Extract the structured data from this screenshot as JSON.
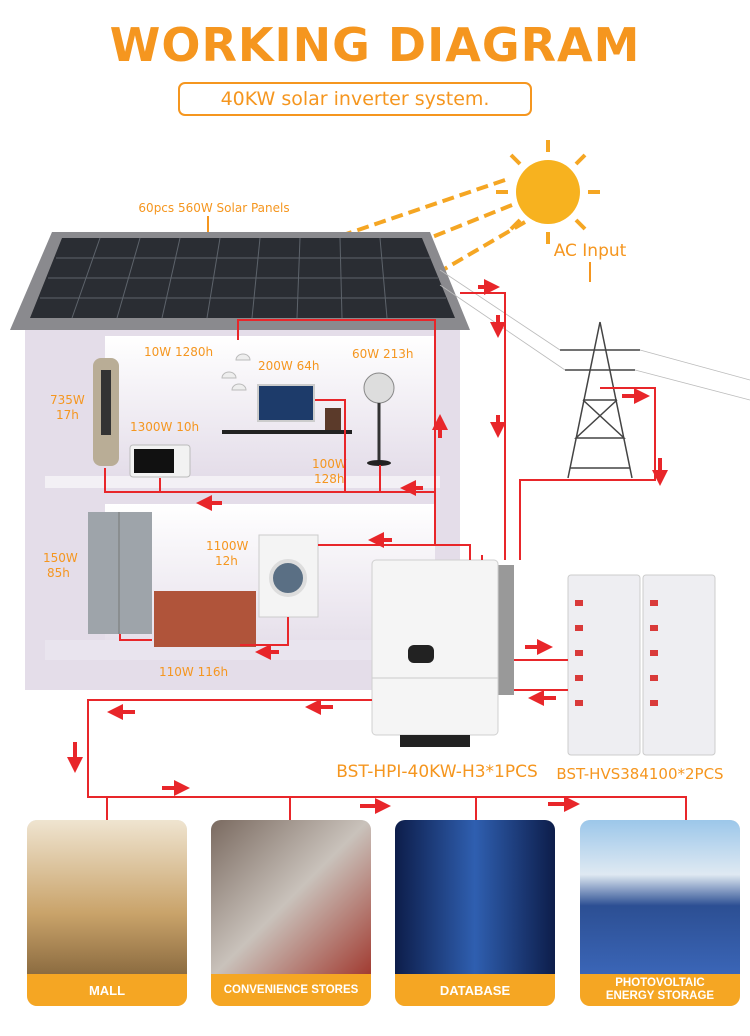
{
  "header": {
    "title": "WORKING DIAGRAM",
    "subtitle": "40KW solar inverter system."
  },
  "labels": {
    "solar_panels": "60pcs 560W Solar Panels",
    "ac_input": "AC Input",
    "inverter_model": "BST-HPI-40KW-H3*1PCS",
    "battery_model": "BST-HVS384100*2PCS"
  },
  "appliances": [
    {
      "name": "lamps",
      "label": "10W 1280h"
    },
    {
      "name": "computer",
      "label": "200W 64h"
    },
    {
      "name": "fan",
      "label": "60W 213h"
    },
    {
      "name": "air-conditioner",
      "label_line1": "735W",
      "label_line2": "17h"
    },
    {
      "name": "microwave",
      "label": "1300W 10h"
    },
    {
      "name": "speaker",
      "label_line1": "100W",
      "label_line2": "128h"
    },
    {
      "name": "refrigerator",
      "label_line1": "150W",
      "label_line2": "85h"
    },
    {
      "name": "washing-machine",
      "label_line1": "1100W",
      "label_line2": "12h"
    },
    {
      "name": "tv",
      "label": "110W 116h"
    }
  ],
  "applications": [
    {
      "label": "MALL"
    },
    {
      "label": "CONVENIENCE STORES"
    },
    {
      "label": "DATABASE"
    },
    {
      "label_line1": "PHOTOVOLTAIC",
      "label_line2": "ENERGY STORAGE"
    }
  ],
  "colors": {
    "accent": "#f5961f",
    "wire": "#e8262a",
    "house": "#e4dde9"
  }
}
